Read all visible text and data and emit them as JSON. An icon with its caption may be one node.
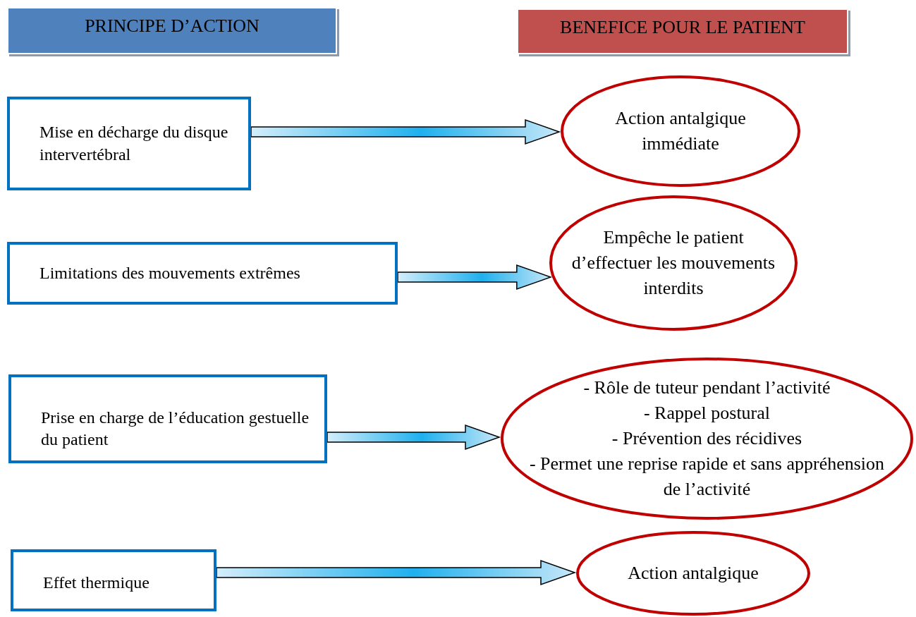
{
  "diagram": {
    "nodes": [
      {
        "text": [
          "PRINCIPE D’ACTION"
        ]
      },
      {
        "text": [
          "BENEFICE POUR LE PATIENT"
        ]
      },
      {
        "text": [
          "Mise en décharge du disque intervertébral"
        ]
      },
      {
        "text": [
          "Limitations des mouvements extrêmes"
        ]
      },
      {
        "text": [
          "Prise en charge de l’éducation gestuelle du patient"
        ]
      },
      {
        "text": [
          "Effet thermique"
        ]
      },
      {
        "text": [
          "Action antalgique immédiate"
        ]
      },
      {
        "text": [
          "Empêche le patient d’effectuer les mouvements interdits"
        ]
      },
      {
        "text": [
          "- Rôle de tuteur pendant l’activité",
          "- Rappel postural",
          "- Prévention des récidives",
          "- Permet une reprise rapide et sans appréhension de l’activité"
        ]
      },
      {
        "text": [
          "Action antalgique"
        ]
      }
    ],
    "edges": [
      {
        "from": 2,
        "to": 6,
        "arrow": "to"
      },
      {
        "from": 3,
        "to": 7,
        "arrow": "to"
      },
      {
        "from": 4,
        "to": 8,
        "arrow": "to"
      },
      {
        "from": 5,
        "to": 9,
        "arrow": "to"
      }
    ]
  }
}
